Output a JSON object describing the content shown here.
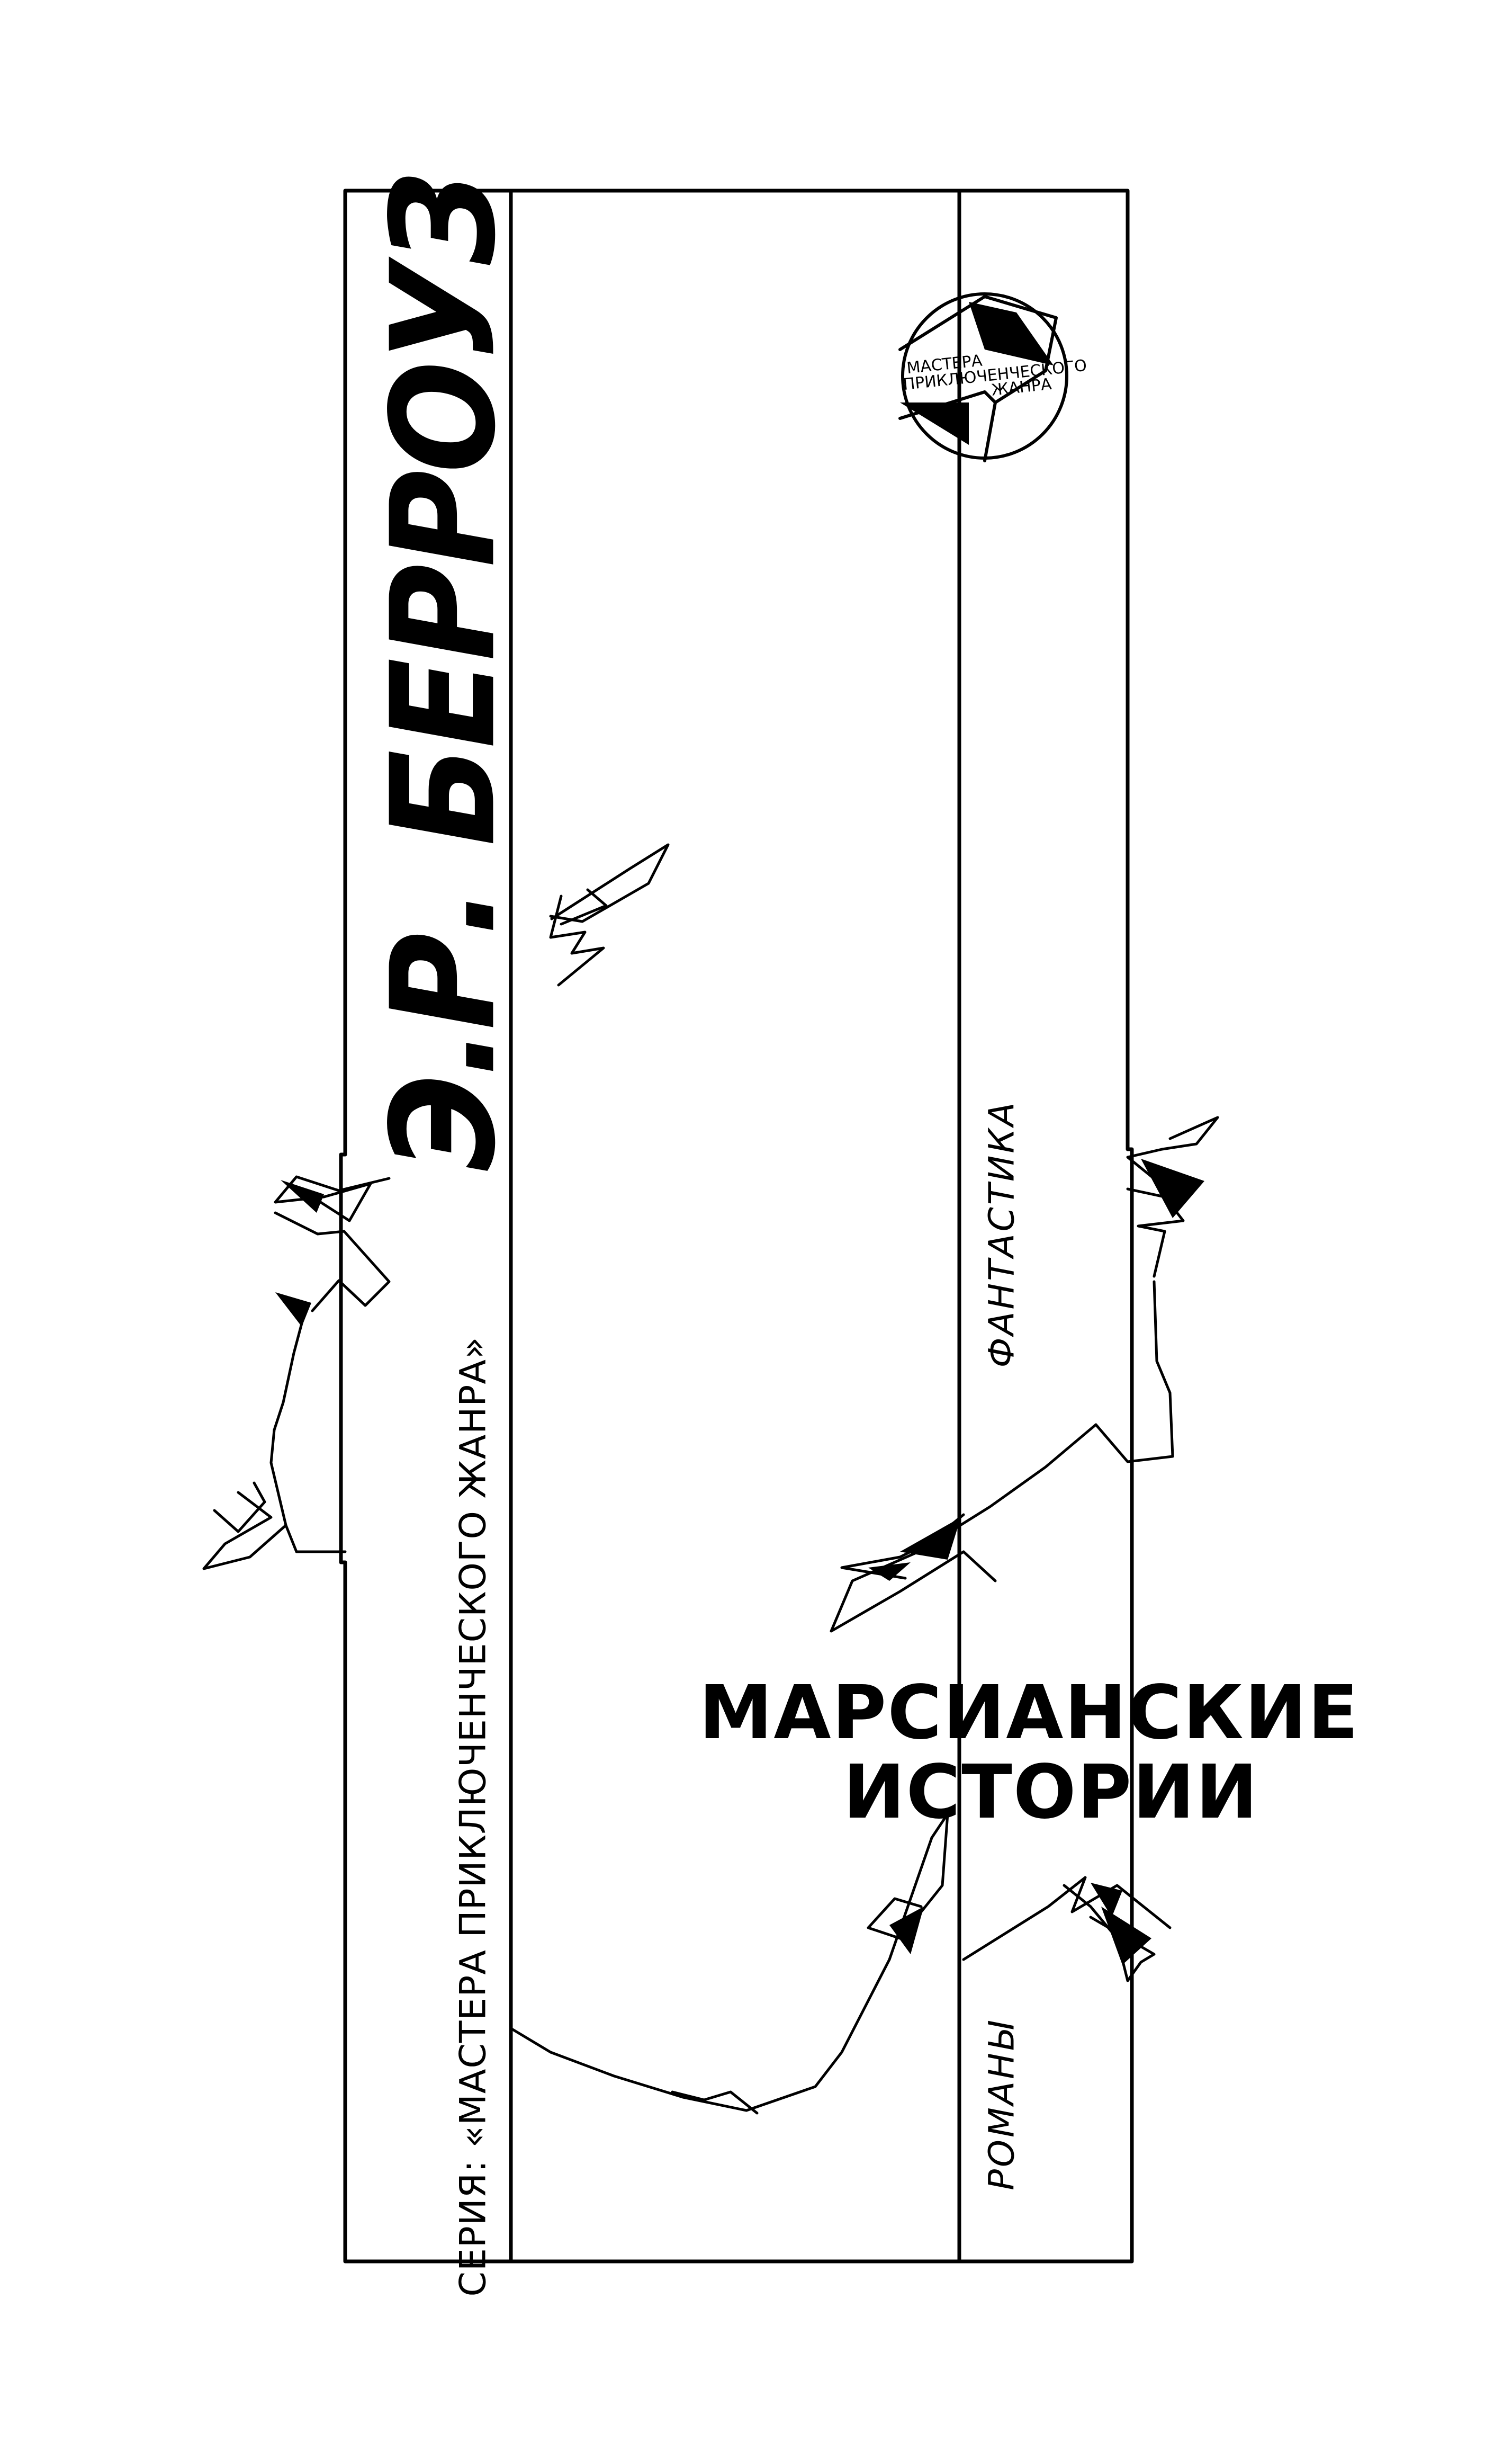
{
  "author": "Э.Р. БЕРРОУЗ",
  "logo": {
    "text_line1": "МАСТЕРА",
    "text_line2": "ПРИКЛЮЧЕНЧЕСКОГО",
    "text_line3": "ЖАНРА"
  },
  "series": "СЕРИЯ: «МАСТЕРА ПРИКЛЮЧЕНЧЕСКОГО ЖАНРА»",
  "genre": "ФАНТАСТИКА",
  "book_title": {
    "line1": "МАРСИАНСКИЕ",
    "line2": "ИСТОРИИ"
  },
  "form": "РОМАНЫ",
  "colors": {
    "ink": "#000000",
    "paper": "#ffffff"
  }
}
